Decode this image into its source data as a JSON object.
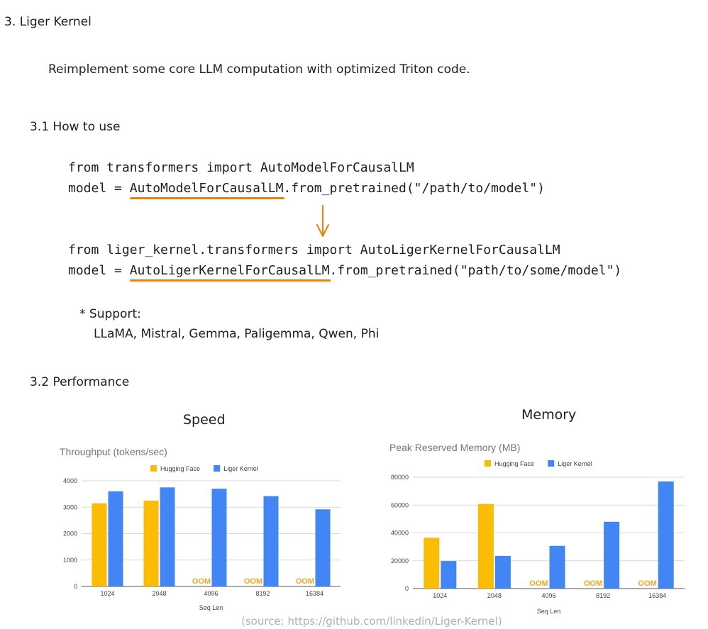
{
  "section": {
    "title": "3. Liger Kernel",
    "description": "Reimplement some core LLM computation with optimized Triton code."
  },
  "how_to_use": {
    "heading": "3.1 How to use",
    "line1": "from transformers import AutoModelForCausalLM",
    "line2_prefix": "model = ",
    "line2_class": "AutoModelForCausalLM",
    "line2_suffix": ".from_pretrained(\"/path/to/model\")",
    "line3": "from liger_kernel.transformers import AutoLigerKernelForCausalLM",
    "line4_prefix": "model = ",
    "line4_class": "AutoLigerKernelForCausalLM",
    "line4_suffix": ".from_pretrained(\"path/to/some/model\")",
    "support_label": "* Support:",
    "support_models": "LLaMA, Mistral, Gemma, Paligemma, Qwen, Phi"
  },
  "performance": {
    "heading": "3.2 Performance",
    "speed_title": "Speed",
    "memory_title": "Memory",
    "source": "(source: https://github.com/linkedin/Liger-Kernel)"
  },
  "colors": {
    "hugging_face": "#fbbc04",
    "liger_kernel": "#4285f4",
    "accent": "#e8820c"
  },
  "chart_data": [
    {
      "type": "bar",
      "title": "Throughput (tokens/sec)",
      "xlabel": "Seq Len",
      "ylabel": "",
      "categories": [
        "1024",
        "2048",
        "4096",
        "8192",
        "16384"
      ],
      "series": [
        {
          "name": "Hugging Face",
          "values": [
            3150,
            3250,
            null,
            null,
            null
          ]
        },
        {
          "name": "Liger Kernel",
          "values": [
            3600,
            3750,
            3700,
            3420,
            2920
          ]
        }
      ],
      "annotations": [
        "OOM",
        "OOM",
        "OOM"
      ],
      "yticks": [
        "0",
        "1000",
        "2000",
        "3000",
        "4000"
      ],
      "ylim": [
        0,
        4000
      ],
      "legend": "top-center",
      "grid": true
    },
    {
      "type": "bar",
      "title": "Peak Reserved Memory (MB)",
      "xlabel": "Seq Len",
      "ylabel": "",
      "categories": [
        "1024",
        "2048",
        "4096",
        "8192",
        "16384"
      ],
      "series": [
        {
          "name": "Hugging Face",
          "values": [
            36500,
            60800,
            null,
            null,
            null
          ]
        },
        {
          "name": "Liger Kernel",
          "values": [
            19800,
            23500,
            30700,
            48000,
            77000
          ]
        }
      ],
      "annotations": [
        "OOM",
        "OOM",
        "OOM"
      ],
      "yticks": [
        "0",
        "20000",
        "40000",
        "60000",
        "80000"
      ],
      "ylim": [
        0,
        80000
      ],
      "legend": "top-center",
      "grid": true
    }
  ]
}
